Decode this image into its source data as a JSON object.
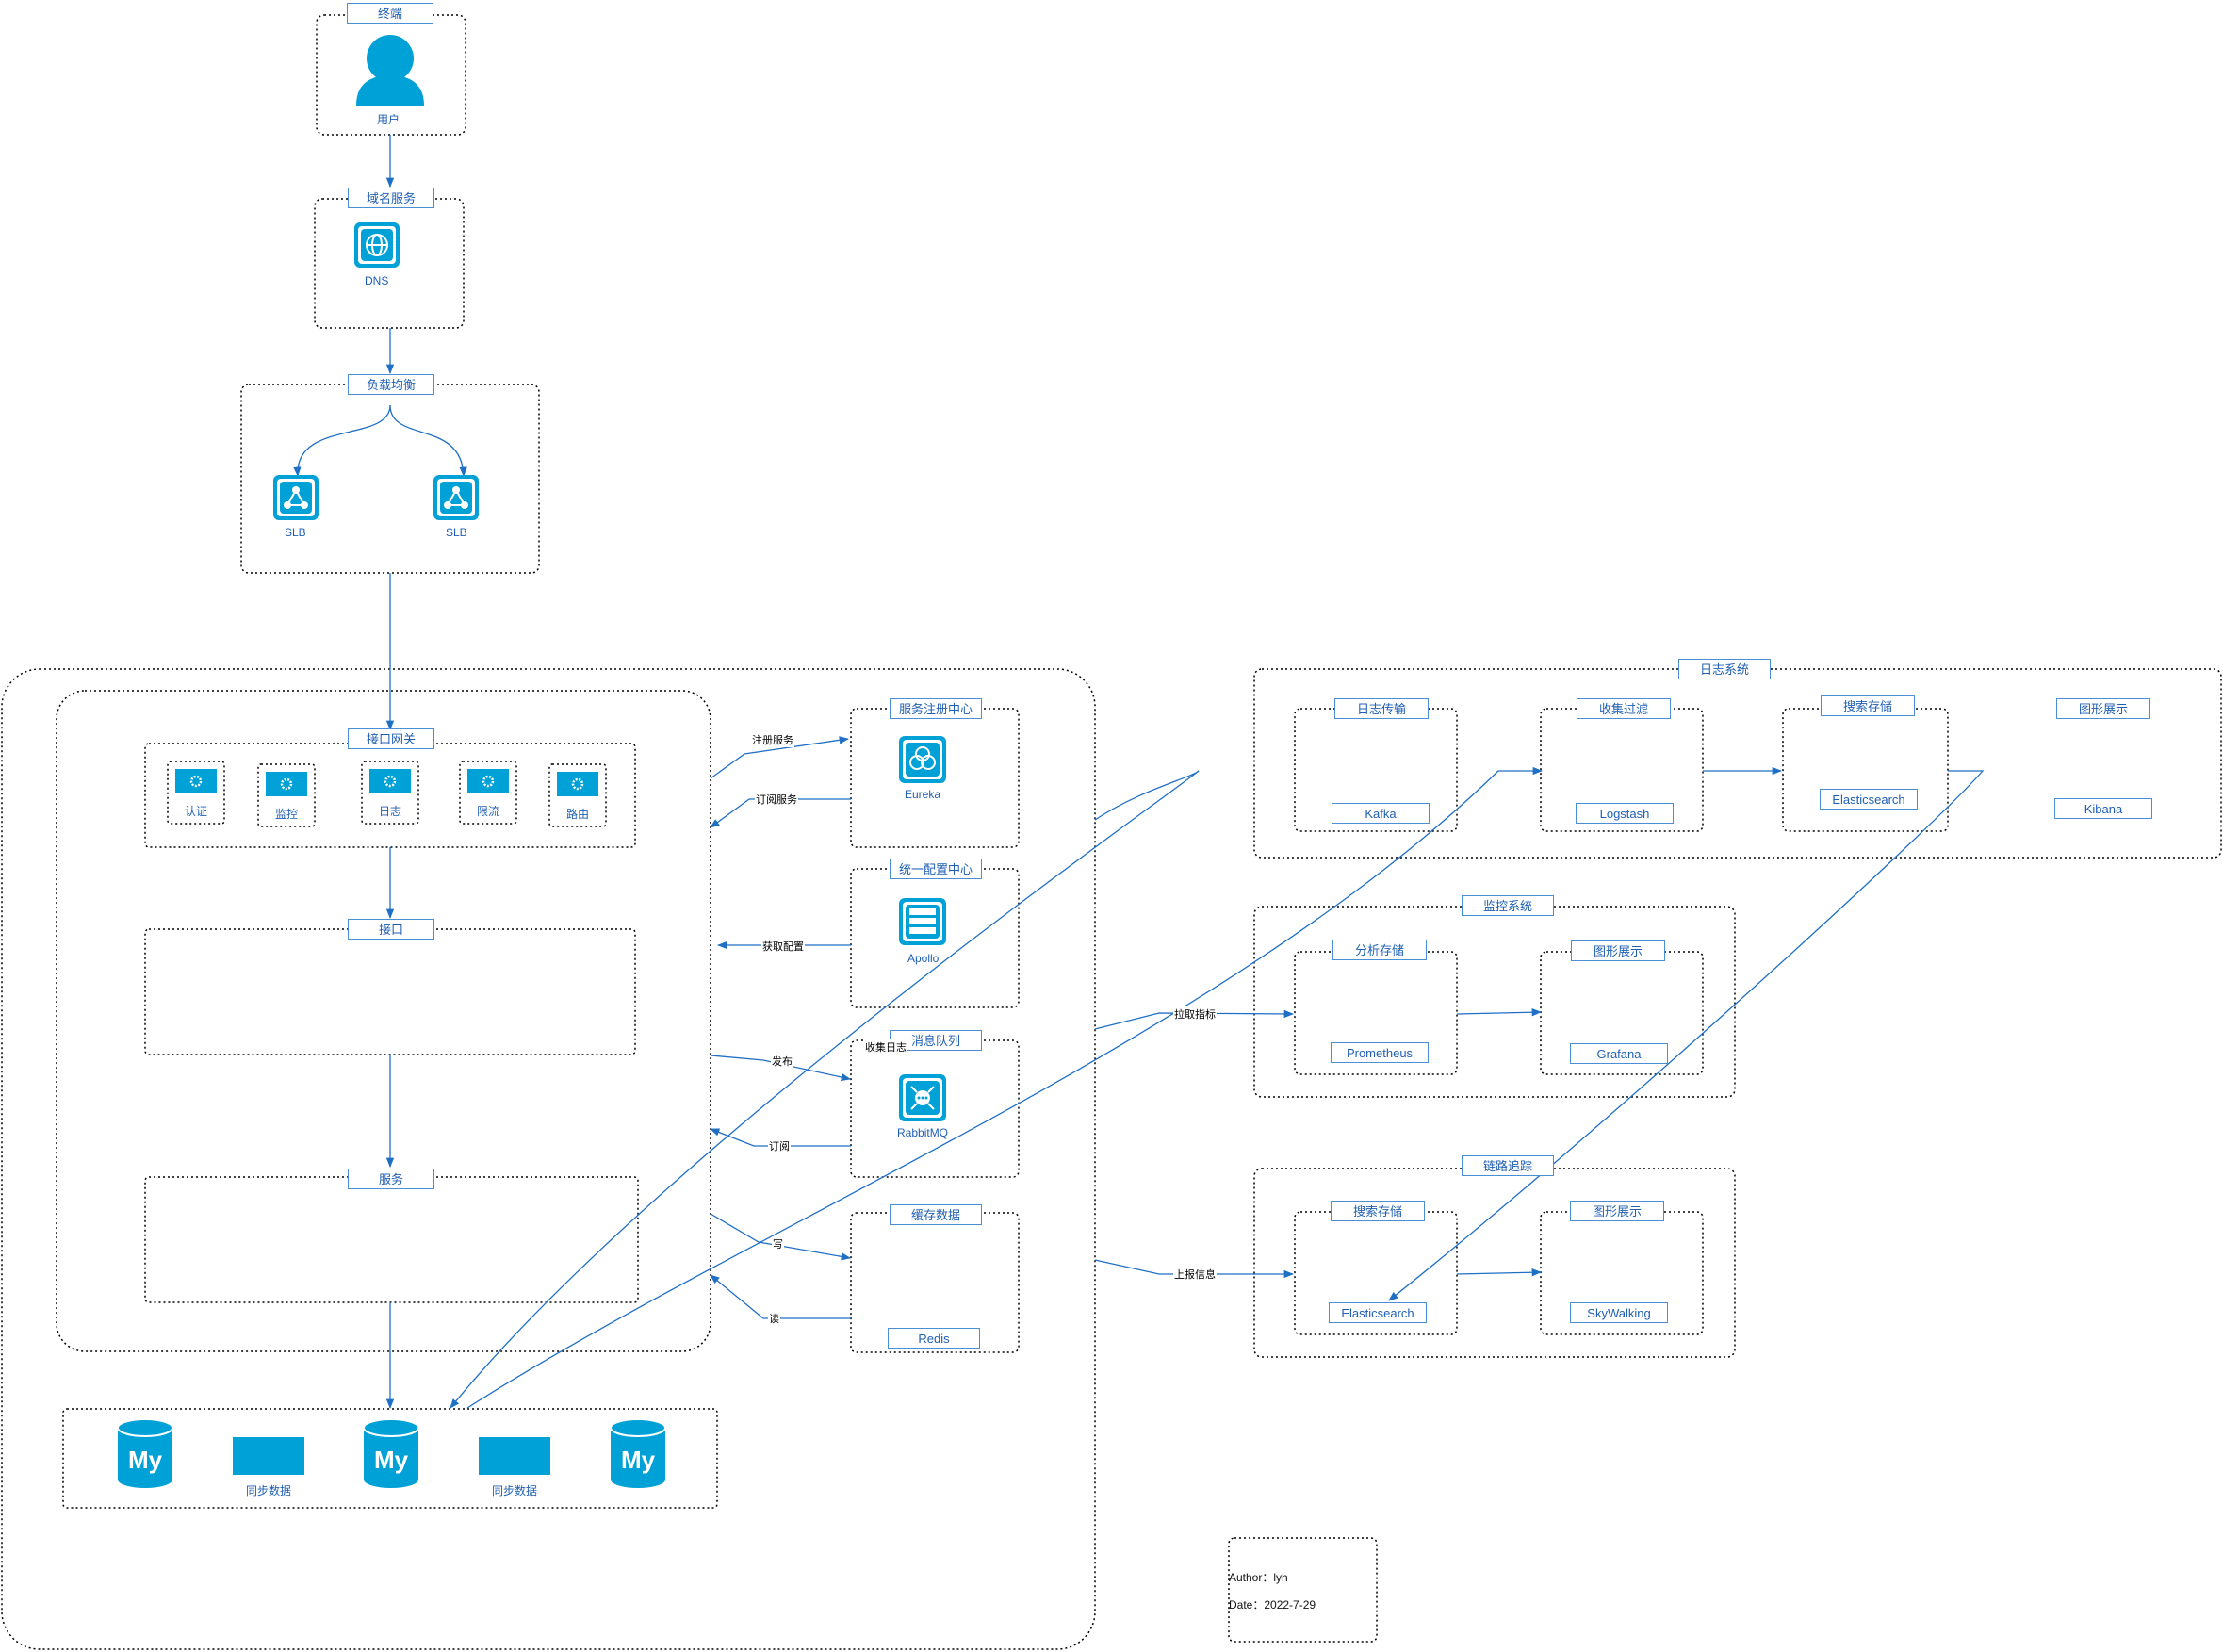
{
  "colors": {
    "accent": "#00a1d6",
    "line": "#1f6fc5",
    "border": "#000000"
  },
  "terminal": {
    "title": "终端",
    "user_label": "用户"
  },
  "dns": {
    "title": "域名服务",
    "label": "DNS"
  },
  "lb": {
    "title": "负载均衡",
    "slb1": "SLB",
    "slb2": "SLB"
  },
  "gateway": {
    "title": "接口网关",
    "items": [
      "认证",
      "监控",
      "日志",
      "限流",
      "路由"
    ]
  },
  "interface": {
    "title": "接口"
  },
  "service": {
    "title": "服务"
  },
  "db": {
    "sync1": "同步数据",
    "sync2": "同步数据",
    "icon_text": "My"
  },
  "registry": {
    "title": "服务注册中心",
    "label": "Eureka"
  },
  "config": {
    "title": "统一配置中心",
    "label": "Apollo"
  },
  "mq": {
    "title": "消息队列",
    "label": "RabbitMQ",
    "collect_log": "收集日志"
  },
  "cache": {
    "title": "缓存数据",
    "label": "Redis"
  },
  "edges": {
    "register": "注册服务",
    "subscribe_service": "订阅服务",
    "get_config": "获取配置",
    "publish": "发布",
    "subscribe": "订阅",
    "write": "写",
    "read": "读",
    "pull_metrics": "拉取指标",
    "report_info": "上报信息"
  },
  "log_system": {
    "title": "日志系统",
    "transport": "日志传输",
    "kafka": "Kafka",
    "filter": "收集过滤",
    "logstash": "Logstash",
    "search_store": "搜索存储",
    "elasticsearch": "Elasticsearch",
    "graph": "图形展示",
    "kibana": "Kibana"
  },
  "monitor_system": {
    "title": "监控系统",
    "analysis": "分析存储",
    "prometheus": "Prometheus",
    "graph": "图形展示",
    "grafana": "Grafana"
  },
  "trace_system": {
    "title": "链路追踪",
    "search_store": "搜索存储",
    "elasticsearch": "Elasticsearch",
    "graph": "图形展示",
    "skywalking": "SkyWalking"
  },
  "meta": {
    "author": "Author：lyh",
    "date": "Date：2022-7-29"
  }
}
